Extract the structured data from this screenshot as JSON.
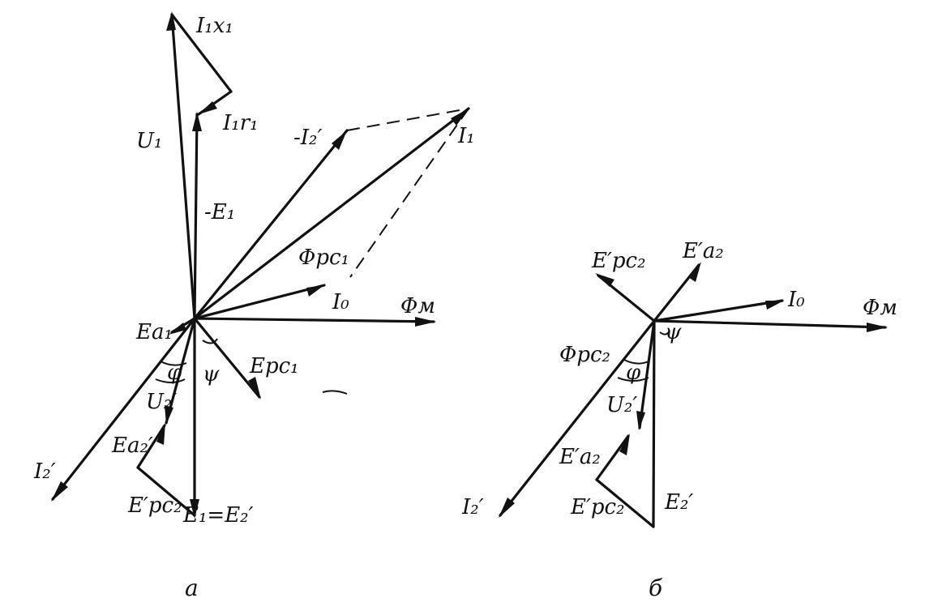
{
  "diagram_a": {
    "caption": "а",
    "labels": {
      "i1x1": "I₁x₁",
      "i1r1": "I₁r₁",
      "u1": "U₁",
      "neg_i2p": "-I₂′",
      "i1": "I₁",
      "neg_e1": "-E₁",
      "phi_pc1": "Φрс₁",
      "i0": "I₀",
      "phi_m": "Φм",
      "ea1": "Eа₁",
      "epc1": "Eрс₁",
      "phi": "φ",
      "psi": "ψ",
      "u2p": "U₂′",
      "i2p": "I₂′",
      "ea2p": "Eа₂′",
      "epc2p": "E′рс₂",
      "e1_eq_e2p": "E₁=E₂′"
    }
  },
  "diagram_b": {
    "caption": "б",
    "labels": {
      "epc2p": "E′рс₂",
      "ea2p": "E′а₂",
      "i0": "I₀",
      "phi_m": "Φм",
      "psi": "ψ",
      "phi_pc2": "Φрс₂",
      "phi": "φ",
      "u2p": "U₂′",
      "ea2p_lower": "E′а₂",
      "i2p": "I₂′",
      "epc2p_lower": "E′рс₂",
      "e2p": "E₂′"
    }
  }
}
